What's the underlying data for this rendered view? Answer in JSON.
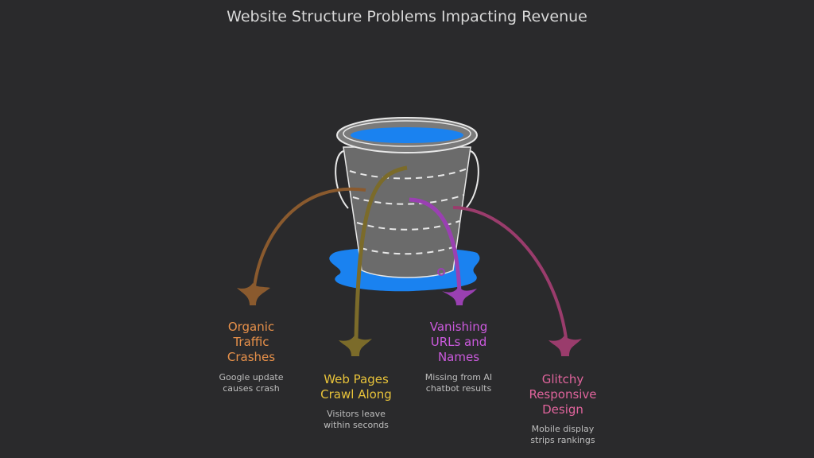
{
  "title": "Website Structure Problems Impacting Revenue",
  "colors": {
    "background": "#2a2a2c",
    "water": "#1a82f0",
    "bucket": "#6b6b6b"
  },
  "problems": [
    {
      "title_lines": [
        "Organic",
        "Traffic",
        "Crashes"
      ],
      "desc_lines": [
        "Google update",
        "causes crash"
      ],
      "color": "#e8914a",
      "stream": "#8a5a2e"
    },
    {
      "title_lines": [
        "Web Pages",
        "Crawl Along"
      ],
      "desc_lines": [
        "Visitors leave",
        "within seconds"
      ],
      "color": "#e8c33a",
      "stream": "#7b6b2a"
    },
    {
      "title_lines": [
        "Vanishing",
        "URLs and",
        "Names"
      ],
      "desc_lines": [
        "Missing from AI",
        "chatbot results"
      ],
      "color": "#cc5ade",
      "stream": "#9a40b2"
    },
    {
      "title_lines": [
        "Glitchy",
        "Responsive",
        "Design"
      ],
      "desc_lines": [
        "Mobile display",
        "strips rankings"
      ],
      "color": "#e0649c",
      "stream": "#9a3c6c"
    }
  ]
}
